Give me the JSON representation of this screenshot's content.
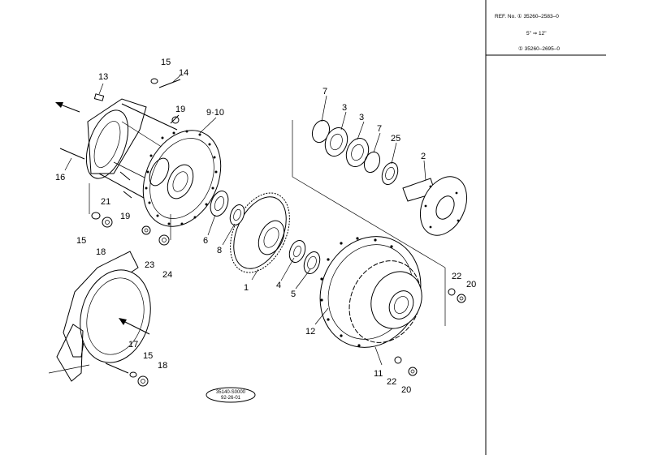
{
  "ref_box": {
    "line1": "REF. No. ① 35260–2583–0",
    "line2": "5\"  ⇒  12\"",
    "line3": "① 35260–2695–0"
  },
  "stamp": {
    "line1": "35140-S0000",
    "line2": "92-26-01"
  },
  "callouts": {
    "c1": "1",
    "c2": "2",
    "c3a": "3",
    "c3b": "3",
    "c4": "4",
    "c5": "5",
    "c6": "6",
    "c7a": "7",
    "c7b": "7",
    "c8": "8",
    "c9_10": "9·10",
    "c11": "11",
    "c12": "12",
    "c13": "13",
    "c14": "14",
    "c15a": "15",
    "c15b": "15",
    "c15c": "15",
    "c16": "16",
    "c17": "17",
    "c18a": "18",
    "c18b": "18",
    "c19a": "19",
    "c19b": "19",
    "c20a": "20",
    "c20b": "20",
    "c21": "21",
    "c22a": "22",
    "c22b": "22",
    "c23": "23",
    "c24": "24",
    "c25": "25"
  }
}
